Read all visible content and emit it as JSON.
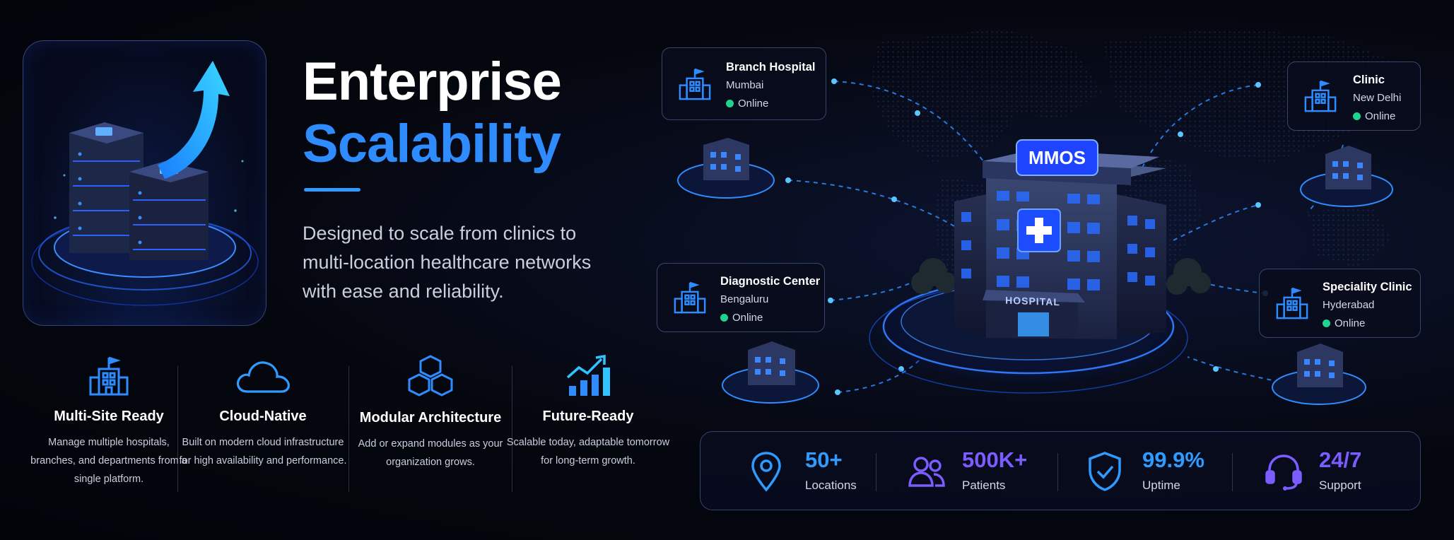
{
  "title": {
    "line1": "Enterprise",
    "line2": "Scalability"
  },
  "intro": "Designed to scale from clinics to multi-location healthcare networks with ease and reliability.",
  "features": [
    {
      "icon": "multi-building-icon",
      "title": "Multi-Site Ready",
      "desc": "Manage multiple hospitals, branches, and departments from a single platform."
    },
    {
      "icon": "cloud-icon",
      "title": "Cloud-Native",
      "desc": "Built on modern cloud infrastructure for high availability and performance."
    },
    {
      "icon": "cubes-icon",
      "title": "Modular Architecture",
      "desc": "Add or expand modules as your organization grows."
    },
    {
      "icon": "growth-chart-icon",
      "title": "Future-Ready",
      "desc": "Scalable today, adaptable tomorrow for long-term growth."
    }
  ],
  "central": {
    "sign": "MMOS",
    "label": "HOSPITAL"
  },
  "locations": [
    {
      "name": "Branch Hospital",
      "city": "Mumbai",
      "status": "Online"
    },
    {
      "name": "Clinic",
      "city": "New Delhi",
      "status": "Online"
    },
    {
      "name": "Diagnostic Center",
      "city": "Bengaluru",
      "status": "Online"
    },
    {
      "name": "Speciality Clinic",
      "city": "Hyderabad",
      "status": "Online"
    }
  ],
  "stats": [
    {
      "icon": "location-pin-icon",
      "value": "50+",
      "label": "Locations",
      "color": "#2f9bff"
    },
    {
      "icon": "users-icon",
      "value": "500K+",
      "label": "Patients",
      "color": "#7a5cff"
    },
    {
      "icon": "shield-check-icon",
      "value": "99.9%",
      "label": "Uptime",
      "color": "#2f9bff"
    },
    {
      "icon": "headset-icon",
      "value": "24/7",
      "label": "Support",
      "color": "#7a5cff"
    }
  ],
  "colors": {
    "accent": "#2f8cff",
    "online": "#1ed48e",
    "violet": "#7a5cff"
  }
}
